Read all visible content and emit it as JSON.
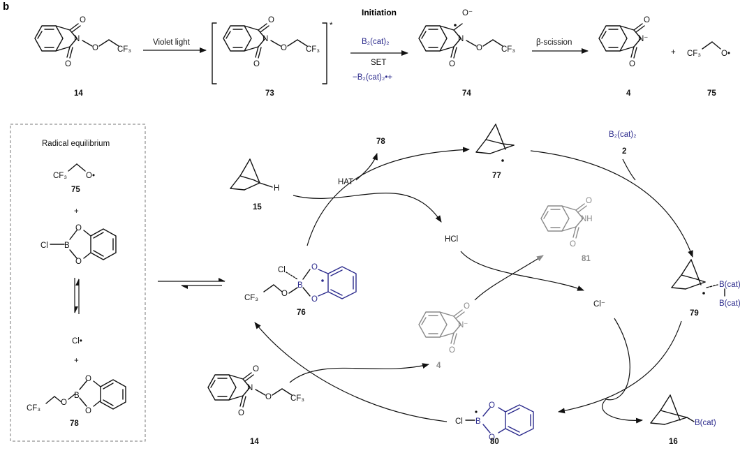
{
  "panel": {
    "letter": "b",
    "initiation_title": "Initiation"
  },
  "arrows": {
    "violet_light": "Violet light",
    "b2cat2_reagent": "B₂(cat)₂",
    "set": "SET",
    "minus_b2cat2": "−B₂(cat)₂•+",
    "beta_scission": "β-scission",
    "hat": "HAT",
    "excited_star": "*",
    "plus": "+"
  },
  "compounds": {
    "c14": "14",
    "c73": "73",
    "c74": "74",
    "c4": "4",
    "c75": "75",
    "c78": "78",
    "c77": "77",
    "c2": "2",
    "c15": "15",
    "c76": "76",
    "c79": "79",
    "c80": "80",
    "c16": "16",
    "c81": "81",
    "c14b": "14"
  },
  "atoms": {
    "O": "O",
    "N": "N",
    "N_minus": "N⁻",
    "O_minus": "O⁻",
    "CF3": "CF₃",
    "O_rad": "O•",
    "B": "B",
    "Cl": "Cl",
    "H": "H",
    "NH": "NH",
    "HCl": "HCl",
    "Cl_minus": "Cl⁻",
    "Cl_rad": "Cl•",
    "Bcat": "B(cat)",
    "B2cat2": "B₂(cat)₂"
  },
  "box": {
    "title": "Radical equilibrium",
    "plus1": "+",
    "plus2": "+"
  }
}
